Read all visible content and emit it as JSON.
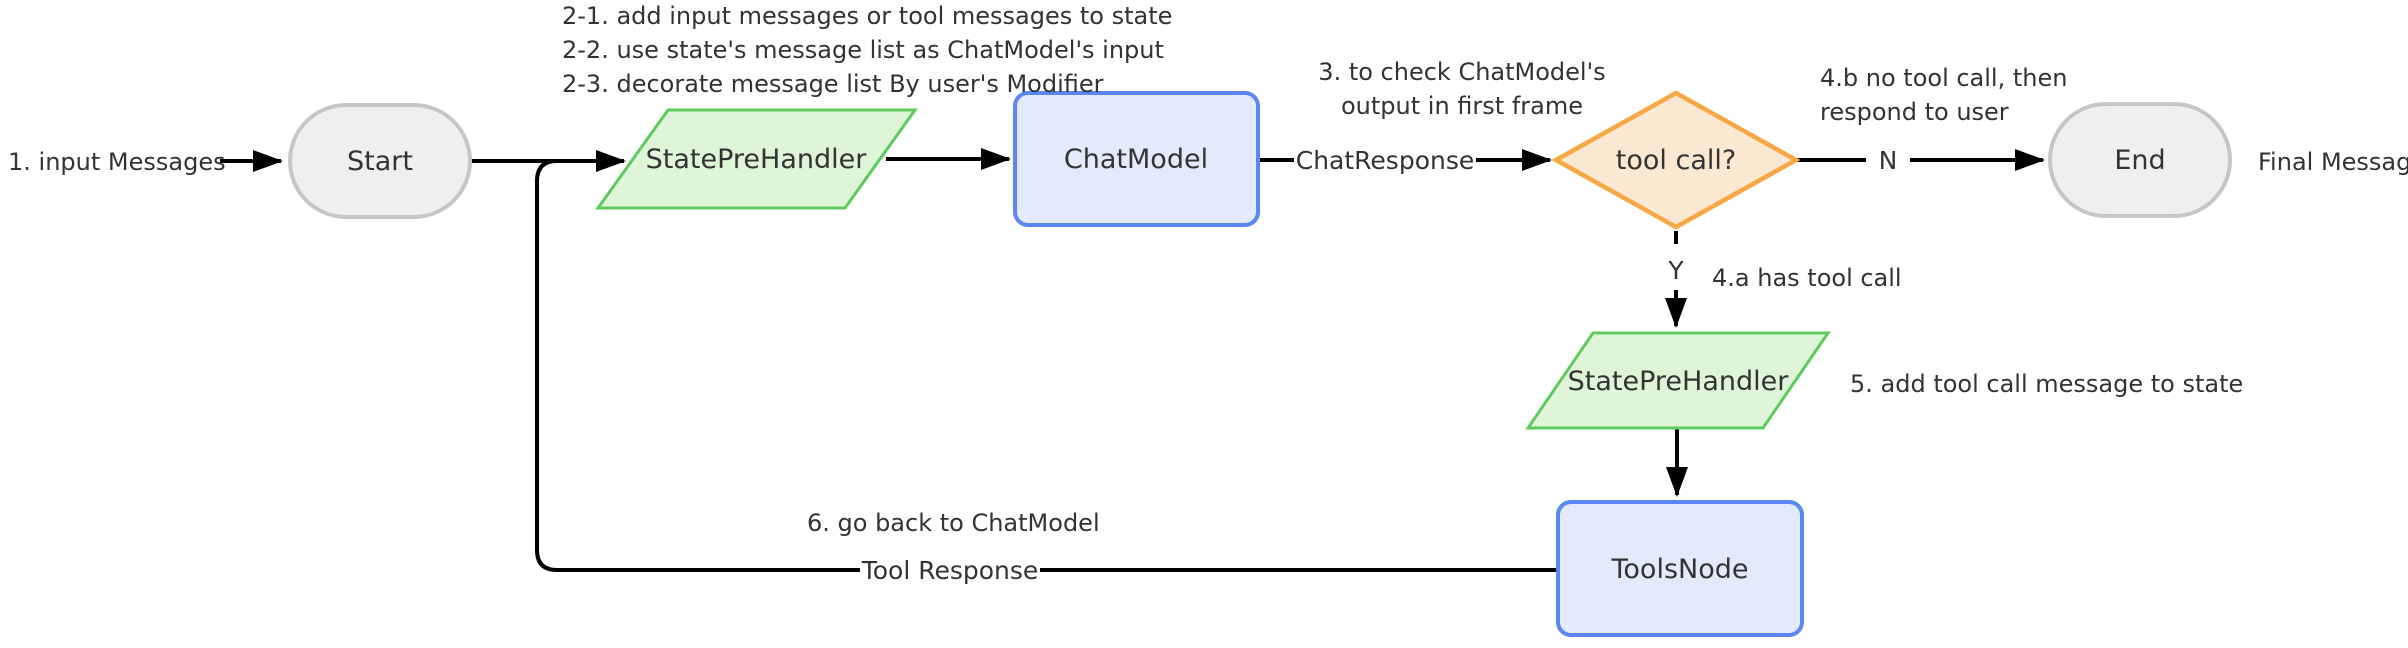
{
  "diagram": {
    "title_semantic": "react-agent-flowchart",
    "colors": {
      "background": "#ffffff",
      "edge": "#000000",
      "text": "#333333",
      "start_end_fill": "#eef0f0",
      "start_end_stroke": "#c4c6c8",
      "handler_fill": "#def5d7",
      "handler_stroke": "#5ecb5e",
      "model_fill": "#e3eafc",
      "model_stroke": "#5b87f5",
      "decision_fill": "#fae8d2",
      "decision_stroke": "#f5a843"
    },
    "nodes": {
      "start": {
        "label": "Start",
        "shape": "stadium"
      },
      "state_pre_handler_1": {
        "label": "StatePreHandler",
        "shape": "parallelogram"
      },
      "chat_model": {
        "label": "ChatModel",
        "shape": "rounded-rect"
      },
      "tool_call_decision": {
        "label": "tool call?",
        "shape": "diamond"
      },
      "end": {
        "label": "End",
        "shape": "stadium"
      },
      "state_pre_handler_2": {
        "label": "StatePreHandler",
        "shape": "parallelogram"
      },
      "tools_node": {
        "label": "ToolsNode",
        "shape": "rounded-rect"
      }
    },
    "edge_labels": {
      "chat_response": "ChatResponse",
      "no_branch": "N",
      "yes_branch": "Y",
      "tool_response": "Tool Response"
    },
    "annotations": {
      "input": "1. input Messages",
      "step2_line1": "2-1. add input messages or tool messages to state",
      "step2_line2": "2-2. use state's message list as ChatModel's input",
      "step2_line3": "2-3. decorate message list By user's Modifier",
      "step3_line1": "3. to check ChatModel's",
      "step3_line2": "output in first frame",
      "step4b_line1": "4.b no tool call, then",
      "step4b_line2": "respond to user",
      "step4a": "4.a has tool call",
      "step5": "5. add tool call message to state",
      "step6": "6. go back to ChatModel",
      "final_message": "Final Message"
    }
  }
}
